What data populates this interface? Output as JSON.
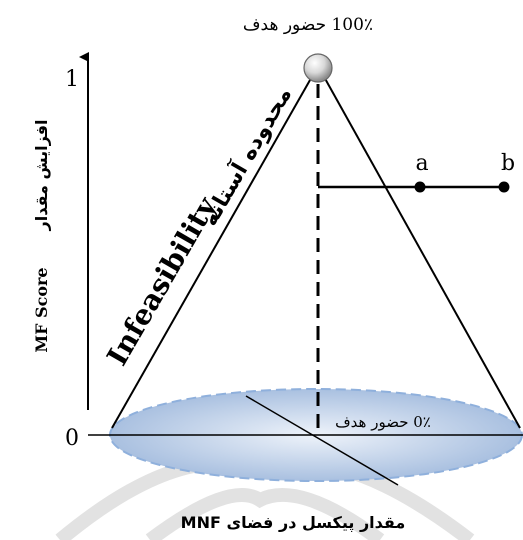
{
  "top_label": "100٪ حضور هدف",
  "bottom_label": "0٪ حضور هدف",
  "y_axis": {
    "max_tick": "1",
    "min_tick": "0",
    "label_english": "MF Score",
    "label_persian": "افزایش مقدار"
  },
  "x_axis": {
    "label": "مقدار پیکسل در فضای MNF"
  },
  "infeasibility": {
    "english": "Infeasibility",
    "persian": "محدوده آستانه"
  },
  "points": {
    "a": "a",
    "b": "b"
  },
  "colors": {
    "ellipse_fill_center": "#e8eef8",
    "ellipse_fill_edge": "#a9c0e0",
    "ellipse_stroke": "#8fb0dc",
    "line": "#000000",
    "watermark": "#d9d9d9"
  }
}
